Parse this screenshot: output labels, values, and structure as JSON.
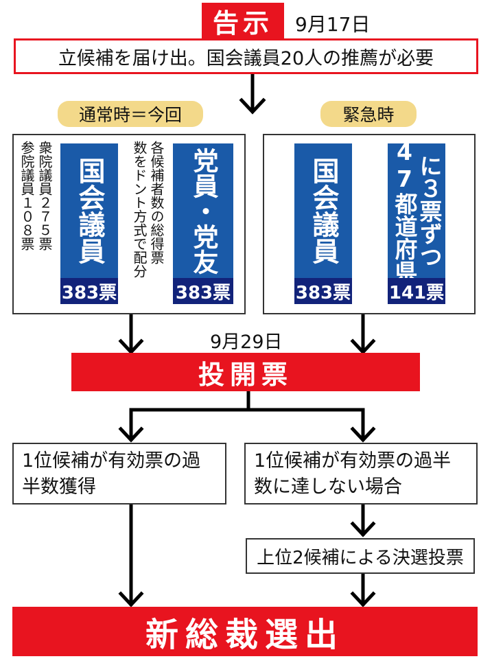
{
  "top": {
    "notice_label": "告示",
    "notice_date": "9月17日",
    "registration_text": "立候補を届け出。国会議員20人の推薦が必要"
  },
  "normal": {
    "label": "通常時＝今回",
    "note_lower": "衆院議員２７５票",
    "note_upper": "参院議員１０８票",
    "diet_block": "国会議員",
    "diet_votes": "383票",
    "party_note_1": "各候補者数の総得票",
    "party_note_2": "数をドント方式で配分",
    "party_block": "党員・党友",
    "party_votes": "383票"
  },
  "emergency": {
    "label": "緊急時",
    "diet_block": "国会議員",
    "diet_votes": "383票",
    "pref_line1": "47都道府県",
    "pref_line2": "に３票ずつ",
    "pref_votes": "141票"
  },
  "vote": {
    "date": "9月29日",
    "banner": "投開票"
  },
  "outcomes": {
    "left_text": "1位候補が有効票の過半数獲得",
    "right_text": "1位候補が有効票の過半数に達しない場合",
    "runoff_text": "上位2候補による決選投票"
  },
  "result": {
    "banner": "新総裁選出"
  },
  "colors": {
    "red": "#e8141f",
    "blue": "#1a5aa8",
    "navy": "#12237a",
    "pill": "#f3d98a"
  }
}
